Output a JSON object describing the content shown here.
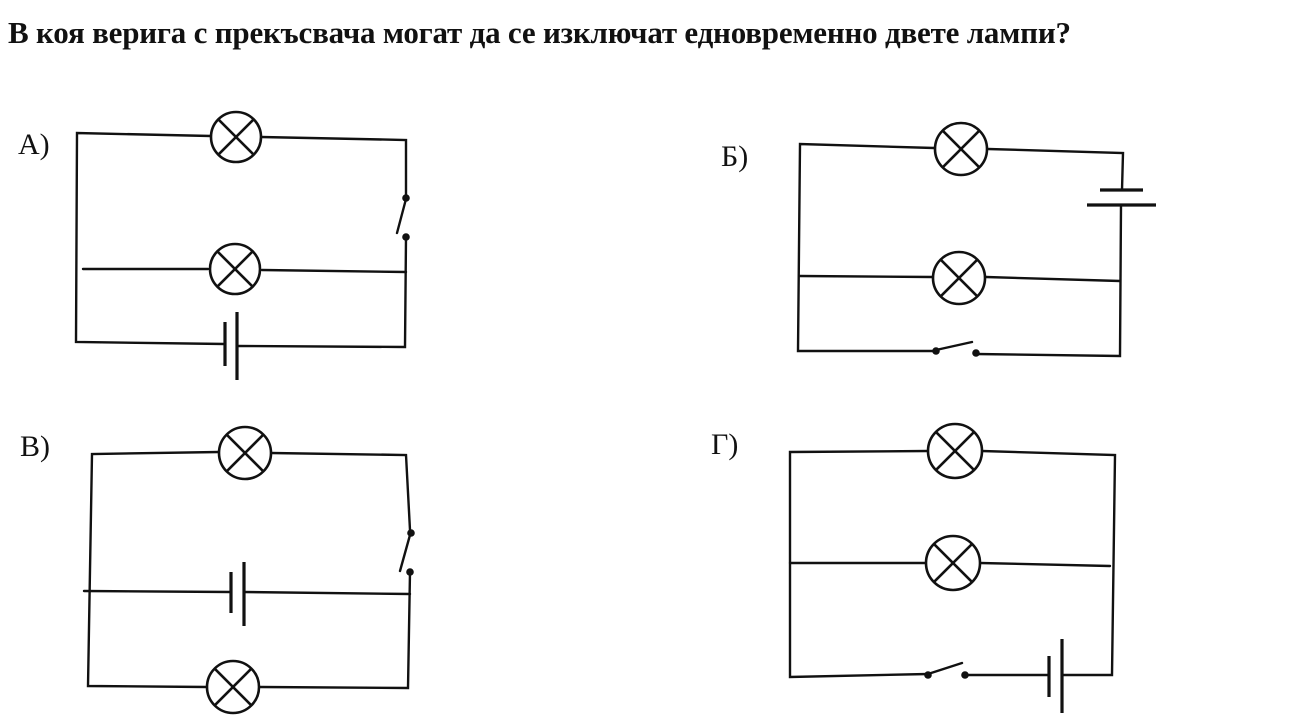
{
  "question": {
    "text": "В коя верига с прекъсвача могат да се изключат едновременно двете лампи?"
  },
  "options": [
    {
      "id": "A",
      "label": "А)"
    },
    {
      "id": "B",
      "label": "Б)"
    },
    {
      "id": "V",
      "label": "В)"
    },
    {
      "id": "G",
      "label": "Г)"
    }
  ],
  "colors": {
    "ink": "#111111",
    "background": "#ffffff"
  },
  "symbols": [
    "lamp-icon",
    "battery-icon",
    "switch-icon"
  ]
}
